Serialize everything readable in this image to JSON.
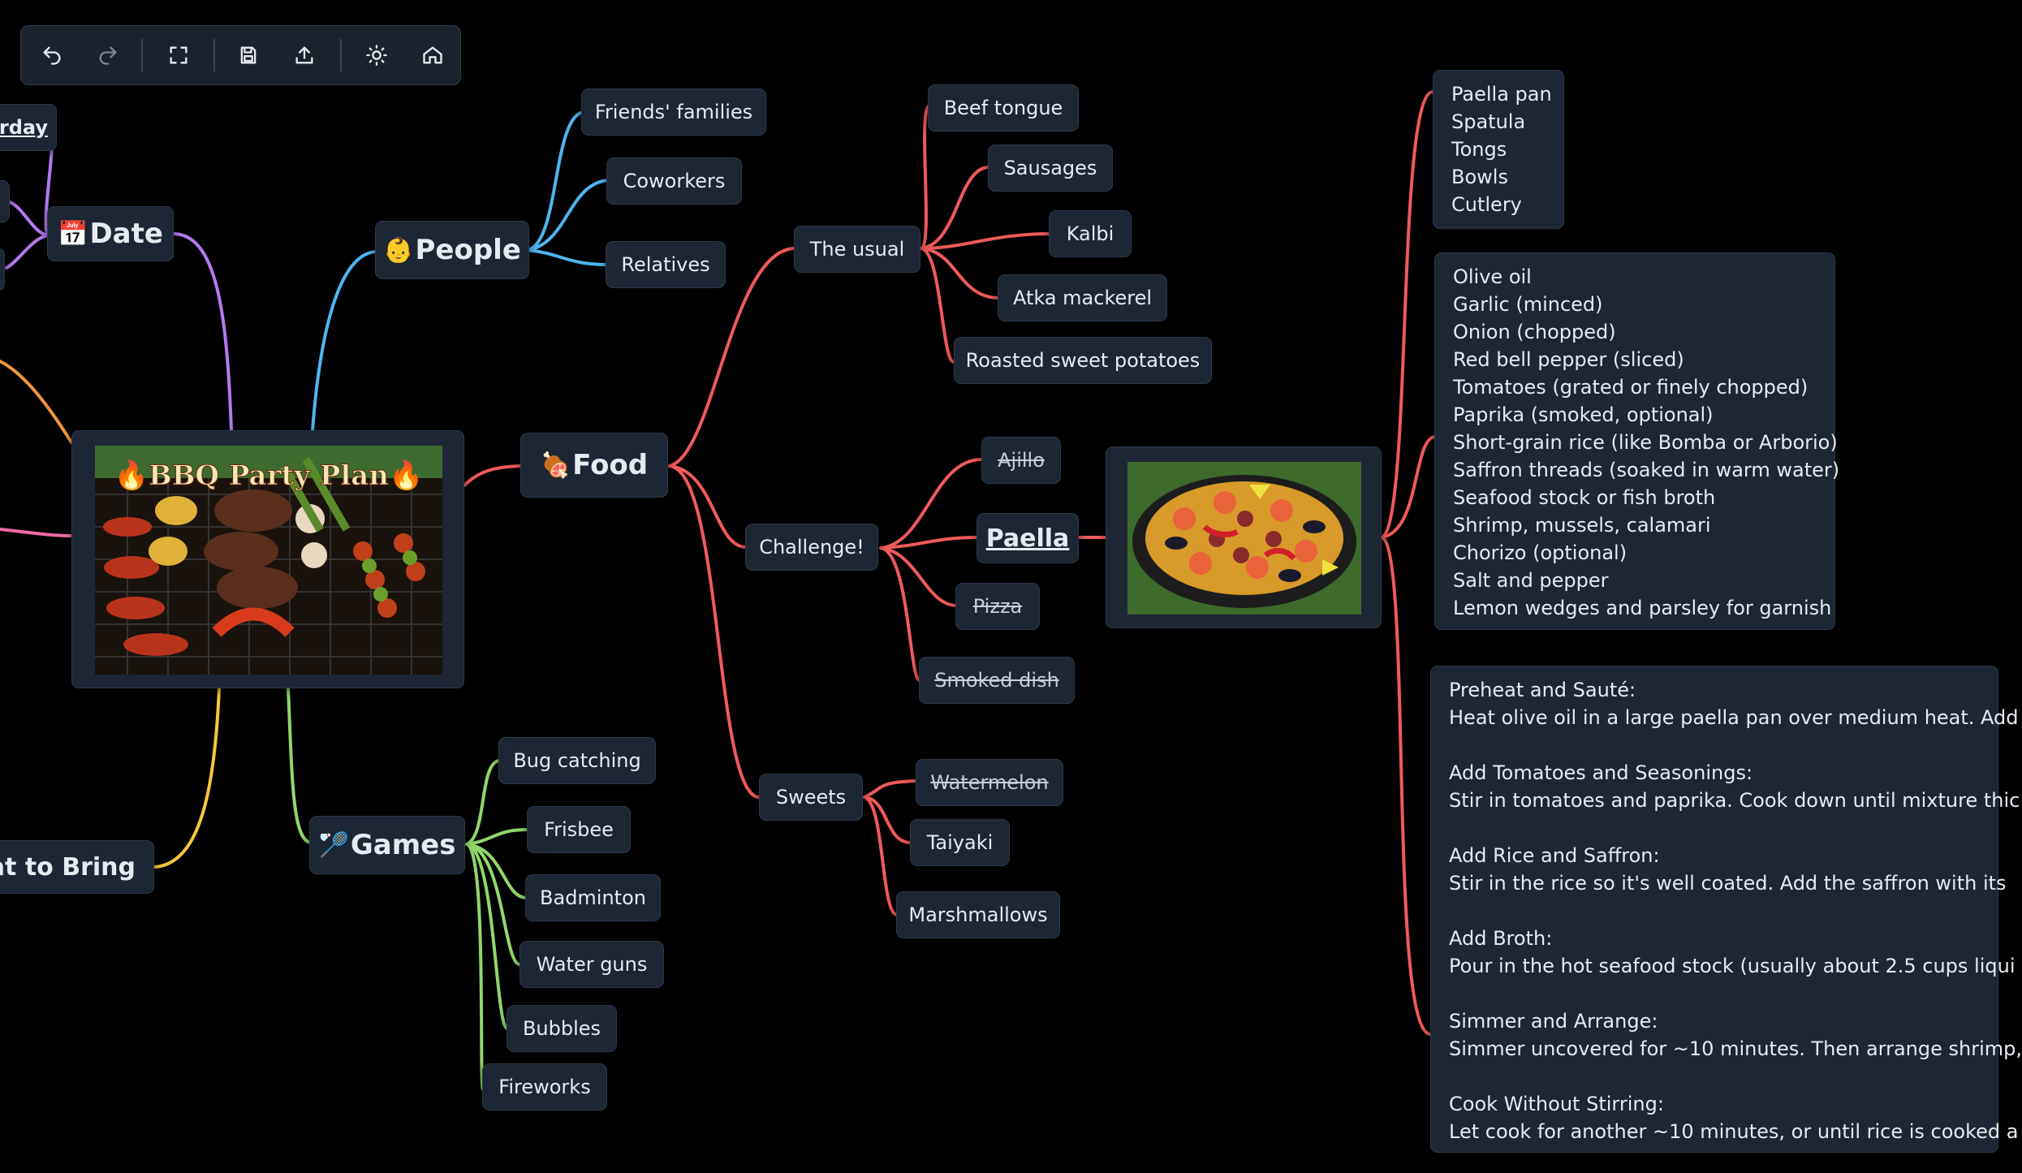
{
  "toolbar": {
    "buttons": [
      {
        "icon": "undo-icon"
      },
      {
        "icon": "redo-icon"
      },
      {
        "icon": "fullscreen-icon"
      },
      {
        "icon": "save-icon"
      },
      {
        "icon": "export-icon"
      },
      {
        "icon": "theme-icon"
      },
      {
        "icon": "home-icon"
      }
    ]
  },
  "colors": {
    "people": "#4fb4f0",
    "food": "#f05a5a",
    "games": "#8fd86a",
    "date": "#b47af0",
    "bring": "#f5c83a",
    "orange": "#f0963a",
    "pink": "#f06aa6"
  },
  "root": {
    "image_text": "🔥BBQ Party Plan🔥"
  },
  "branches": {
    "date": {
      "emoji": "📅",
      "label": "Date",
      "partial_child": "rday"
    },
    "people": {
      "emoji": "👶",
      "label": "People",
      "children": [
        "Friends' families",
        "Coworkers",
        "Relatives"
      ]
    },
    "food": {
      "emoji": "🍖",
      "label": "Food"
    },
    "games": {
      "emoji": "🏸",
      "label": "Games",
      "children": [
        "Bug catching",
        "Frisbee",
        "Badminton",
        "Water guns",
        "Bubbles",
        "Fireworks"
      ]
    },
    "bring": {
      "label": "at to Bring"
    }
  },
  "food": {
    "usual": {
      "label": "The usual",
      "children": [
        "Beef tongue",
        "Sausages",
        "Kalbi",
        "Atka mackerel",
        "Roasted sweet potatoes"
      ]
    },
    "challenge": {
      "label": "Challenge!",
      "children": [
        "Ajillo",
        "Paella",
        "Pizza",
        "Smoked dish"
      ]
    },
    "sweets": {
      "label": "Sweets",
      "children": [
        "Watermelon",
        "Taiyaki",
        "Marshmallows"
      ]
    }
  },
  "paella": {
    "tools": [
      "Paella pan",
      "Spatula",
      "Tongs",
      "Bowls",
      "Cutlery"
    ],
    "ingredients": [
      "Olive oil",
      "Garlic (minced)",
      "Onion (chopped)",
      "Red bell pepper (sliced)",
      "Tomatoes (grated or finely chopped)",
      "Paprika (smoked, optional)",
      "Short-grain rice (like Bomba or Arborio)",
      "Saffron threads (soaked in warm water)",
      "Seafood stock or fish broth",
      "Shrimp, mussels, calamari",
      "Chorizo (optional)",
      "Salt and pepper",
      "Lemon wedges and parsley for garnish"
    ],
    "steps": [
      {
        "title": "Preheat and Sauté:",
        "text": "Heat olive oil in a large paella pan over medium heat. Add"
      },
      {
        "title": "Add Tomatoes and Seasonings:",
        "text": "Stir in tomatoes and paprika. Cook down until mixture thic"
      },
      {
        "title": "Add Rice and Saffron:",
        "text": "Stir in the rice so it's well coated. Add the saffron with its"
      },
      {
        "title": "Add Broth:",
        "text": "Pour in the hot seafood stock (usually about 2.5 cups liqui"
      },
      {
        "title": "Simmer and Arrange:",
        "text": "Simmer uncovered for ~10 minutes. Then arrange shrimp,"
      },
      {
        "title": "Cook Without Stirring:",
        "text": "Let cook for another ~10 minutes, or until rice is cooked a"
      }
    ]
  }
}
